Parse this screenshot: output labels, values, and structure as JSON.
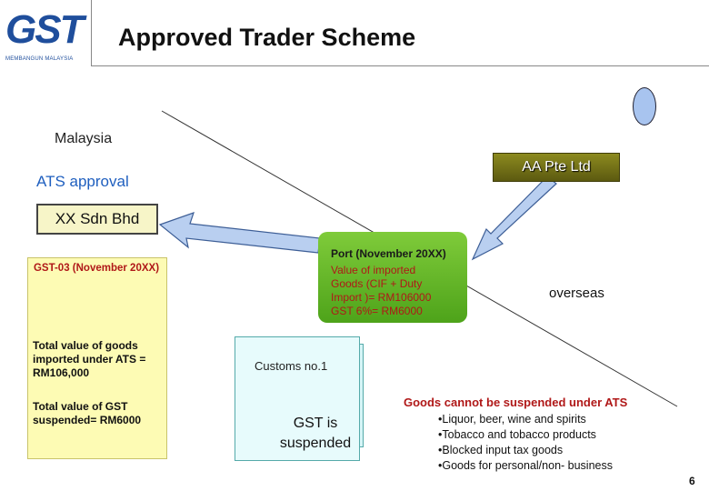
{
  "header": {
    "logo_text": "GST",
    "logo_tagline": "MEMBANGUN MALAYSIA",
    "title": "Approved Trader Scheme"
  },
  "labels": {
    "malaysia": "Malaysia",
    "ats_approval": "ATS approval",
    "aa_company": "AA Pte Ltd",
    "xx_company": "XX Sdn Bhd",
    "overseas": "overseas"
  },
  "gst03_note": {
    "heading": "GST-03 (November 20XX)",
    "total_goods": "Total value of goods imported under ATS = RM106,000",
    "total_gst": "Total value of GST suspended= RM6000"
  },
  "port_box": {
    "heading": "Port (November 20XX)",
    "lines": [
      "Value of imported",
      "Goods (CIF + Duty",
      "Import )= RM106000",
      "GST 6%= RM6000"
    ]
  },
  "customs_doc": {
    "title": "Customs no.1",
    "status": "GST is suspended"
  },
  "exclusions": {
    "heading": "Goods cannot be suspended under ATS",
    "items": [
      "•Liquor, beer, wine and spirits",
      "•Tobacco  and tobacco products",
      "•Blocked input tax goods",
      "•Goods for personal/non- business"
    ]
  },
  "page_number": "6",
  "colors": {
    "title_blue": "#1f4e9c",
    "ats_blue": "#1f5fbf",
    "red_text": "#b01818",
    "port_green": "#5fb428",
    "aa_olive": "#7a781a",
    "note_yellow": "#fdfbb4",
    "doc_cyan": "#e7fbfc",
    "arrow_blue": "#9bb7e6"
  }
}
